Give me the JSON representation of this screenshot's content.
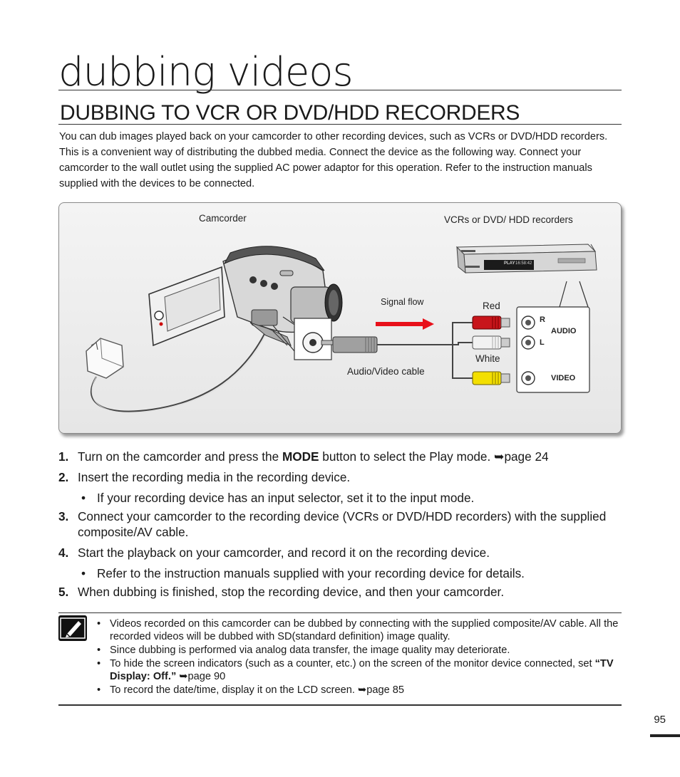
{
  "header": {
    "title": "dubbing videos",
    "section_title": "DUBBING TO VCR OR DVD/HDD RECORDERS"
  },
  "intro": "You can dub images played back on your camcorder to other recording devices, such as VCRs or DVD/HDD recorders. This is a convenient way of distributing the dubbed media. Connect the device as the following way. Connect your camcorder to the wall outlet using the supplied AC power adaptor for this operation. Refer to the instruction manuals supplied with the devices to be connected.",
  "figure": {
    "camcorder_label": "Camcorder",
    "recorder_label": "VCRs or DVD/ HDD recorders",
    "signal_flow_label": "Signal flow",
    "red_label": "Red",
    "white_label": "White",
    "cable_label": "Audio/Video cable",
    "jack_r": "R",
    "jack_l": "L",
    "audio_label": "AUDIO",
    "video_label": "VIDEO",
    "display_play": "PLAY",
    "display_time": "16:58:42",
    "colors": {
      "red_plug": "#c8151b",
      "white_plug": "#f2f2f2",
      "yellow_plug": "#f3df00",
      "arrow": "#e8101a"
    }
  },
  "steps": [
    {
      "num": "1.",
      "before": "Turn on the camcorder and press the ",
      "bold": "MODE",
      "after": " button to select the Play mode. ➥page 24"
    },
    {
      "num": "2.",
      "text": "Insert the recording media in the recording device."
    },
    {
      "bullet": "If your recording device has an input selector, set it to the input mode."
    },
    {
      "num": "3.",
      "text": "Connect your camcorder to the recording device (VCRs or DVD/HDD recorders) with the supplied composite/AV cable."
    },
    {
      "num": "4.",
      "text": "Start the playback on your camcorder, and record it on the recording device."
    },
    {
      "bullet": "Refer to the instruction manuals supplied with your recording device for details."
    },
    {
      "num": "5.",
      "text": "When dubbing is finished, stop the recording device, and then your camcorder."
    }
  ],
  "notes": [
    {
      "text": "Videos recorded on this camcorder can be dubbed by connecting with the supplied composite/AV cable. All the recorded videos will be dubbed with SD(standard definition) image quality."
    },
    {
      "text": "Since dubbing is performed via analog data transfer, the image quality may deteriorate."
    },
    {
      "before": "To hide the screen indicators (such as a counter, etc.) on the screen of the monitor device connected, set ",
      "bold": "“TV Display: Off.”",
      "after": " ➥page 90"
    },
    {
      "text": "To record the date/time, display it on the LCD screen. ➥page 85"
    }
  ],
  "page_number": "95"
}
